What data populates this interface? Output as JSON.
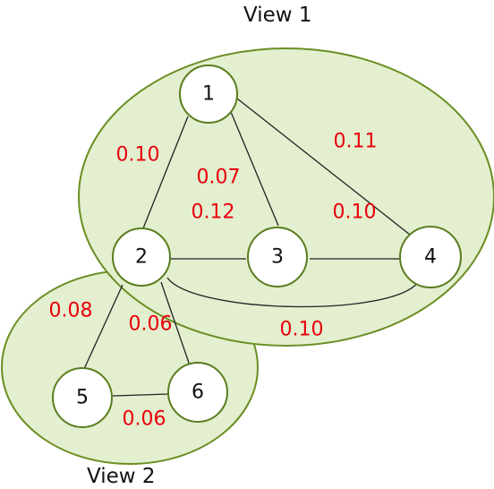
{
  "colors": {
    "cluster_fill": "#e3efcf",
    "cluster_stroke": "#6b8e23",
    "weight_text": "#e8000b"
  },
  "views": [
    {
      "id": "view1",
      "label": "View 1"
    },
    {
      "id": "view2",
      "label": "View 2"
    }
  ],
  "nodes": [
    {
      "id": "1",
      "label": "1"
    },
    {
      "id": "2",
      "label": "2"
    },
    {
      "id": "3",
      "label": "3"
    },
    {
      "id": "4",
      "label": "4"
    },
    {
      "id": "5",
      "label": "5"
    },
    {
      "id": "6",
      "label": "6"
    }
  ],
  "edges": [
    {
      "id": "e12",
      "from": "1",
      "to": "2",
      "weight": "0.10"
    },
    {
      "id": "e13",
      "from": "1",
      "to": "3",
      "weight": "0.07"
    },
    {
      "id": "e14",
      "from": "1",
      "to": "4",
      "weight": "0.11"
    },
    {
      "id": "e23",
      "from": "2",
      "to": "3",
      "weight": "0.12"
    },
    {
      "id": "e34",
      "from": "3",
      "to": "4",
      "weight": "0.10"
    },
    {
      "id": "e24",
      "from": "2",
      "to": "4",
      "weight": "0.10"
    },
    {
      "id": "e25",
      "from": "2",
      "to": "5",
      "weight": "0.08"
    },
    {
      "id": "e26",
      "from": "2",
      "to": "6",
      "weight": "0.06"
    },
    {
      "id": "e56",
      "from": "5",
      "to": "6",
      "weight": "0.06"
    }
  ]
}
